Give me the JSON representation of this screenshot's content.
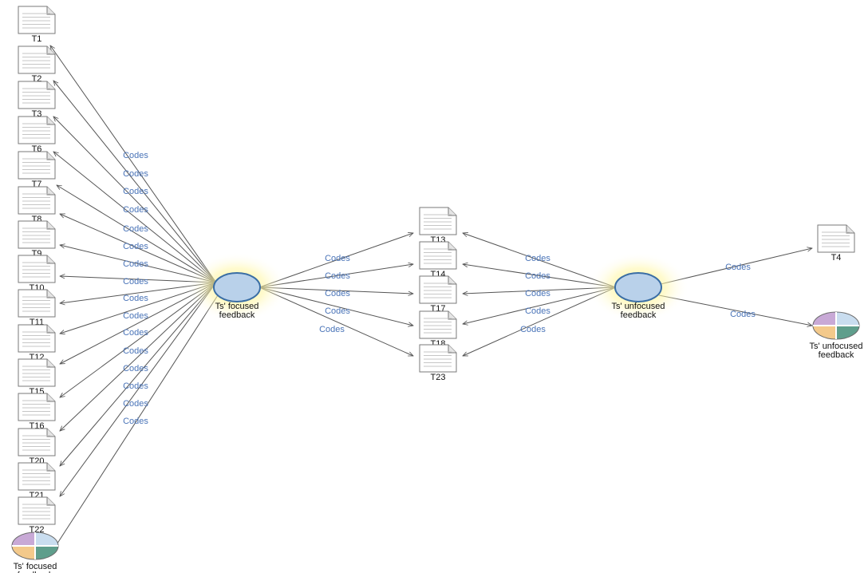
{
  "left_hub": {
    "label_line1": "Ts' focused",
    "label_line2": "feedback"
  },
  "right_hub": {
    "label_line1": "Ts' unfocused",
    "label_line2": "feedback"
  },
  "left_docs": [
    "T1",
    "T2",
    "T3",
    "T6",
    "T7",
    "T8",
    "T9",
    "T10",
    "T11",
    "T12",
    "T15",
    "T16",
    "T20",
    "T21",
    "T22"
  ],
  "left_set": {
    "label_line1": "Ts' focused",
    "label_line2": "feedback"
  },
  "middle_docs": [
    "T13",
    "T14",
    "T17",
    "T18",
    "T23"
  ],
  "right_doc": "T4",
  "right_set": {
    "label_line1": "Ts' unfocused",
    "label_line2": "feedback"
  },
  "edge_label": "Codes",
  "colors": {
    "hub_fill": "#b9d1ea",
    "hub_stroke": "#3a6ea5",
    "glow": "#fff48a",
    "edge": "#555555",
    "edge_label": "#4a74b8",
    "set_q1": "#c8a9d6",
    "set_q2": "#c9ddef",
    "set_q3": "#f3c98b",
    "set_q4": "#5f9e8c"
  }
}
